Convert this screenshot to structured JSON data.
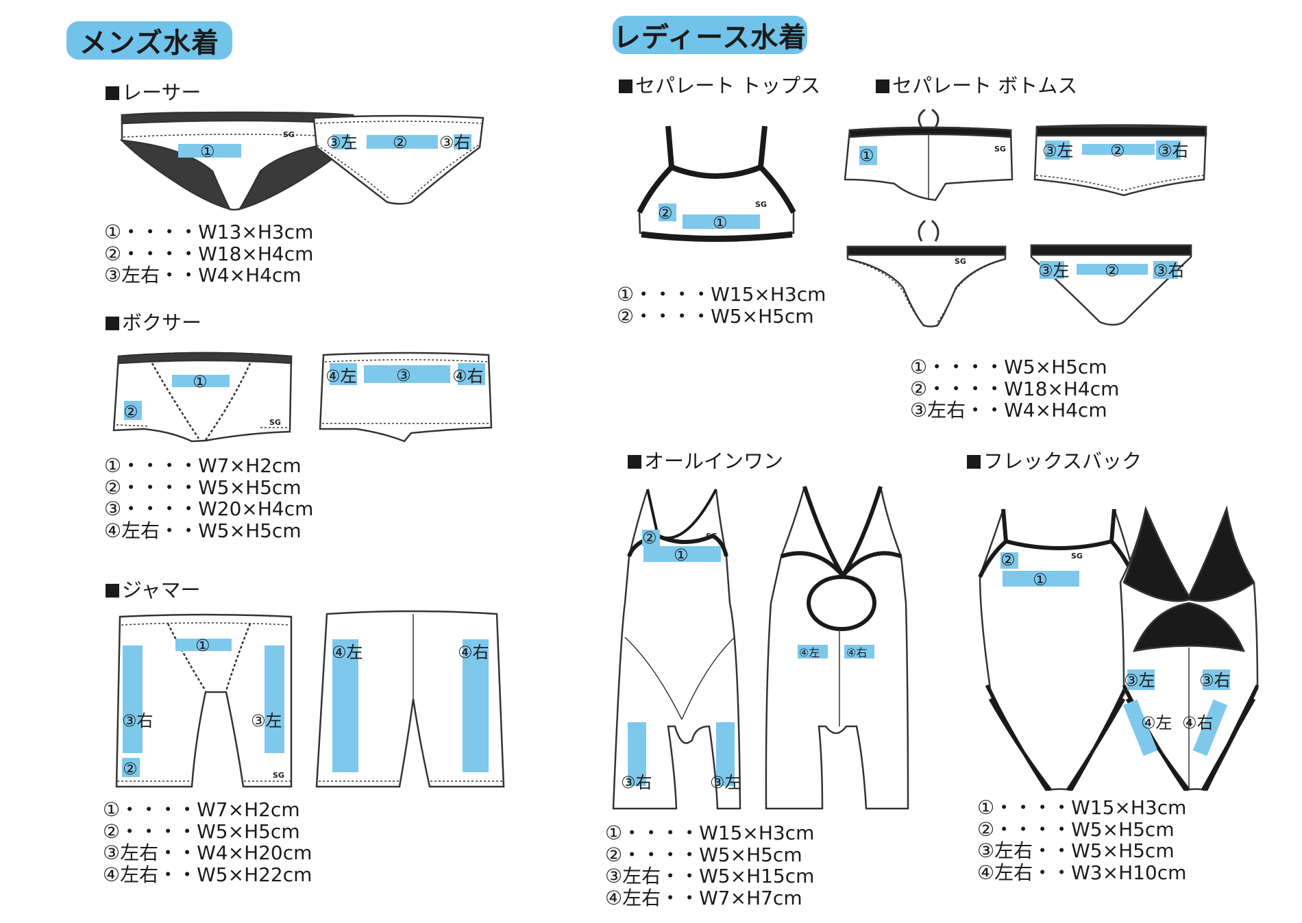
{
  "mens": {
    "title": "メンズ水着",
    "racer": {
      "heading": "レーサー",
      "specs": [
        "①・・・・W13×H3cm",
        "②・・・・W18×H4cm",
        "③左右・・W4×H4cm"
      ]
    },
    "boxer": {
      "heading": "ボクサー",
      "specs": [
        "①・・・・W7×H2cm",
        "②・・・・W5×H5cm",
        "③・・・・W20×H4cm",
        "④左右・・W5×H5cm"
      ]
    },
    "jammer": {
      "heading": "ジャマー",
      "specs": [
        "①・・・・W7×H2cm",
        "②・・・・W5×H5cm",
        "③左右・・W4×H20cm",
        "④左右・・W5×H22cm"
      ]
    }
  },
  "ladies": {
    "title": "レディース水着",
    "sep_tops": {
      "heading": "セパレート トップス",
      "specs": [
        "①・・・・W15×H3cm",
        "②・・・・W5×H5cm"
      ]
    },
    "sep_bottoms": {
      "heading": "セパレート ボトムス",
      "specs": [
        "①・・・・W5×H5cm",
        "②・・・・W18×H4cm",
        "③左右・・W4×H4cm"
      ]
    },
    "allinone": {
      "heading": "オールインワン",
      "specs": [
        "①・・・・W15×H3cm",
        "②・・・・W5×H5cm",
        "③左右・・W5×H15cm",
        "④左右・・W7×H7cm"
      ]
    },
    "flexback": {
      "heading": "フレックスバック",
      "specs": [
        "①・・・・W15×H3cm",
        "②・・・・W5×H5cm",
        "③左右・・W5×H5cm",
        "④左右・・W3×H10cm"
      ]
    }
  },
  "labels": {
    "m1": "①",
    "m2": "②",
    "m3": "③",
    "m4": "④",
    "m3L": "③左",
    "m3R": "③右",
    "m4L": "④左",
    "m4R": "④右"
  },
  "colors": {
    "accent": "#72c3ea",
    "print_area": "#7ec8ec",
    "garment_outline": "#333333",
    "garment_dark": "#3a3a3a"
  }
}
